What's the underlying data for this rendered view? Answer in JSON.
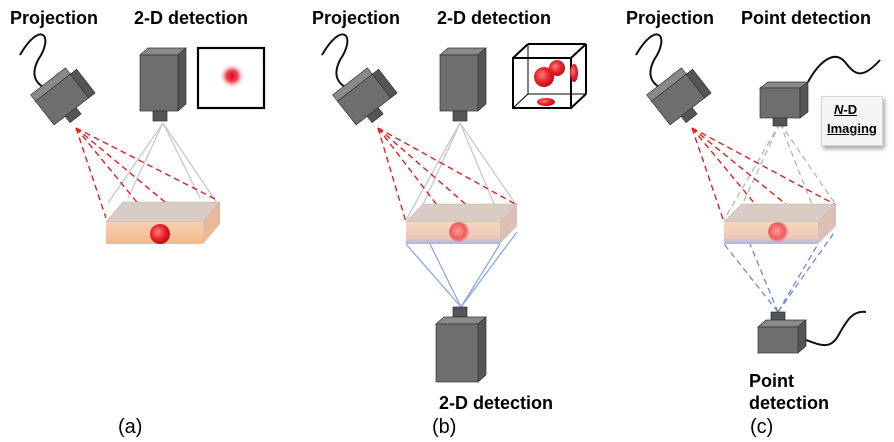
{
  "panel_a": {
    "projection_label": "Projection",
    "detection_label": "2-D detection",
    "caption": "(a)"
  },
  "panel_b": {
    "projection_label": "Projection",
    "detection_top_label": "2-D detection",
    "detection_bottom_label": "2-D detection",
    "caption": "(b)"
  },
  "panel_c": {
    "projection_label": "Projection",
    "detection_top_label": "Point detection",
    "nd_imaging_prefix": "N",
    "nd_imaging_suffix": "-D",
    "nd_imaging_word": "Imaging",
    "detection_bottom_label_line1": "Point",
    "detection_bottom_label_line2": "detection",
    "caption": "(c)"
  },
  "colors": {
    "projection_rays": "#e02020",
    "detection_rays_top": "#c8c8c8",
    "detection_rays_bottom": "#7f9fd8",
    "sample_top": "#d8c8c0",
    "sample_front": "#f7c9a3",
    "target": "#e8202a"
  }
}
